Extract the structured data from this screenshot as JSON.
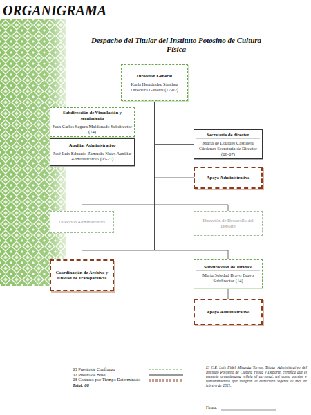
{
  "diagram": {
    "title": "Despacho del Titular del Instituto Potosino de Cultura Física",
    "nodes": [
      {
        "text": [
          "Dirección General",
          "Karla Hernández Sánchez Directora General (17-02)"
        ]
      },
      {
        "text": [
          "Subdirección de Vinculación y seguimiento",
          "Juan Carlos Segura Maldonado Subdirector (14)"
        ]
      },
      {
        "text": [
          "Auxiliar Administrativo",
          "José Luis Eduardo Zamudio Nates Auxiliar Administrativo (05-21)"
        ]
      },
      {
        "text": [
          "Secretaría de director",
          "María de Lourdes Castilleja Cárdenas Secretaria de Director (08-07)"
        ]
      },
      {
        "text": [
          "Apoyo Administrativo"
        ]
      },
      {
        "text": [
          "Dirección Administrativa"
        ]
      },
      {
        "text": [
          "Dirección de Desarrollo del Deporte"
        ]
      },
      {
        "text": [
          "Coordinación de Archivo y Unidad de Transparencia"
        ]
      },
      {
        "text": [
          "Subdirección de Jurídico",
          "María Soledad Bravo Bravo Subdirector (14)"
        ]
      },
      {
        "text": [
          "Apoyo Administrativo"
        ]
      }
    ],
    "edges": [
      {
        "from": 0,
        "to": 1,
        "arrow": "none"
      },
      {
        "from": 0,
        "to": 3,
        "arrow": "none"
      },
      {
        "from": 0,
        "to": 4,
        "arrow": "none"
      },
      {
        "from": 0,
        "to": 5,
        "arrow": "none"
      },
      {
        "from": 0,
        "to": 6,
        "arrow": "none"
      },
      {
        "from": 0,
        "to": 7,
        "arrow": "none"
      },
      {
        "from": 0,
        "to": 8,
        "arrow": "none"
      },
      {
        "from": 8,
        "to": 9,
        "arrow": "none"
      }
    ],
    "labels": [
      "ORGANIGRAMA",
      "Total: 08",
      "El C.P. Luis Fidel Miranda Torres, Titular Administrativo del Instituto Potosino de Cultura Física y Deporte, certifica que el presente organigrama refleja el personal, así como puestos y nombramientos que integran la estructura vigente al mes de febrero de 2021.",
      "Firma:"
    ],
    "legend": [
      {
        "text": "03 Puesto de Confianza"
      },
      {
        "text": "02 Puesto de Base"
      },
      {
        "text": "03 Contrato por Tiempo Determinado"
      }
    ]
  }
}
